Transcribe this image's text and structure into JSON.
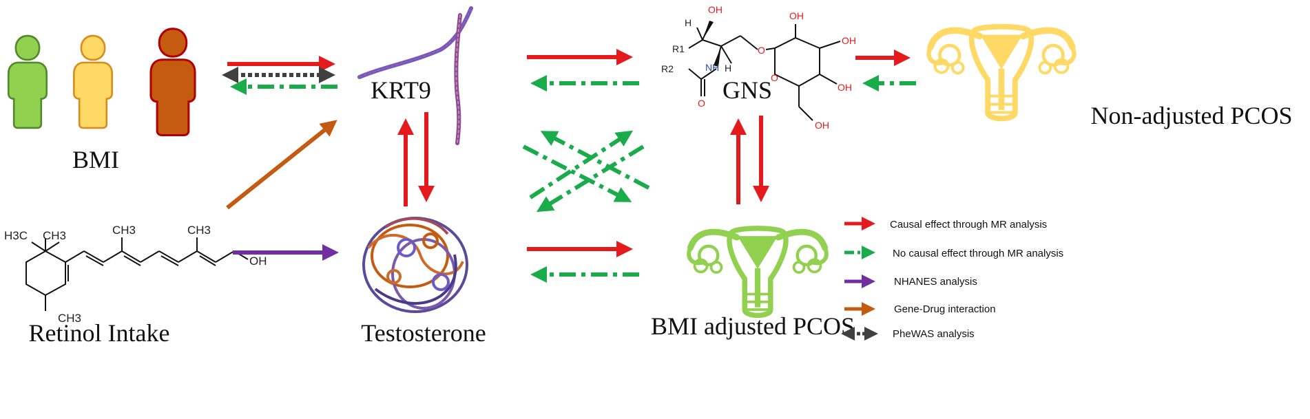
{
  "nodes": {
    "bmi": "BMI",
    "krt9": "KRT9",
    "gns": "GNS",
    "non_adjusted_pcos": "Non-adjusted PCOS",
    "retinol": "Retinol Intake",
    "testosterone": "Testosterone",
    "bmi_adjusted_pcos": "BMI adjusted PCOS"
  },
  "retinol_structure": {
    "h3c": "H3C",
    "ch3_ring": "CH3",
    "ch3_chain1": "CH3",
    "ch3_chain2": "CH3",
    "ch3_bottom": "CH3",
    "oh": "OH"
  },
  "gns_structure": {
    "h_top": "H",
    "oh_top": "OH",
    "r1": "R1",
    "r2": "R2",
    "nh": "NH",
    "h_mid": "H",
    "o_ring": "O",
    "o_link": "O",
    "o_carbonyl": "O",
    "oh_1": "OH",
    "oh_2": "OH",
    "oh_3": "OH",
    "oh_4": "OH"
  },
  "legend": [
    {
      "label": "Causal effect through MR analysis",
      "color": "#e41a1c",
      "style": "solid"
    },
    {
      "label": "No causal effect through MR analysis",
      "color": "#1aab4a",
      "style": "dashdot"
    },
    {
      "label": "NHANES analysis",
      "color": "#7030a0",
      "style": "solid"
    },
    {
      "label": "Gene-Drug interaction",
      "color": "#c55a11",
      "style": "solid"
    },
    {
      "label": "PheWAS analysis",
      "color": "#404040",
      "style": "dotted"
    }
  ],
  "colors": {
    "causal": "#e41a1c",
    "no_causal": "#1aab4a",
    "nhanes": "#7030a0",
    "gene_drug": "#c55a11",
    "phewas": "#404040",
    "person_green": "#92d050",
    "person_yellow": "#ffd966",
    "person_brown": "#c55a11",
    "uterus_yellow": "#ffd966",
    "uterus_green": "#92d050"
  }
}
